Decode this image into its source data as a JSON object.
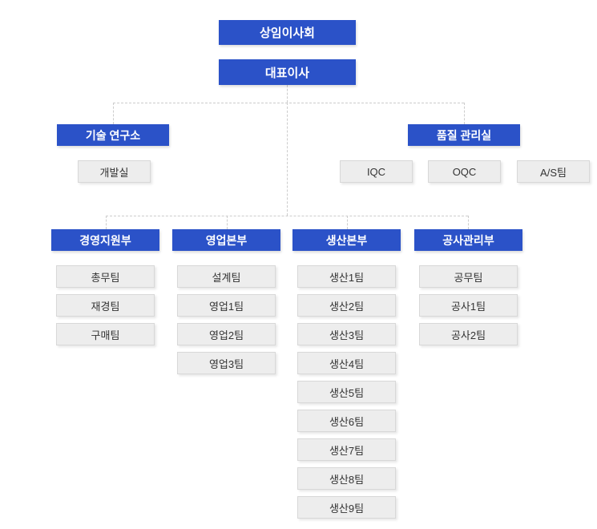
{
  "org": {
    "board": "상임이사회",
    "ceo": "대표이사",
    "offices": [
      {
        "label": "기술 연구소",
        "teams": [
          "개발실"
        ]
      },
      {
        "label": "품질 관리실",
        "teams": [
          "IQC",
          "OQC",
          "A/S팀"
        ]
      }
    ],
    "departments": [
      {
        "label": "경영지원부",
        "teams": [
          "총무팀",
          "재경팀",
          "구매팀"
        ]
      },
      {
        "label": "영업본부",
        "teams": [
          "설계팀",
          "영업1팀",
          "영업2팀",
          "영업3팀"
        ]
      },
      {
        "label": "생산본부",
        "teams": [
          "생산1팀",
          "생산2팀",
          "생산3팀",
          "생산4팀",
          "생산5팀",
          "생산6팀",
          "생산7팀",
          "생산8팀",
          "생산9팀"
        ]
      },
      {
        "label": "공사관리부",
        "teams": [
          "공무팀",
          "공사1팀",
          "공사2팀"
        ]
      }
    ],
    "colors": {
      "primary": "#2b52c8",
      "team_bg": "#ededed",
      "team_border": "#d8d8d8",
      "line": "#cccccc"
    }
  }
}
